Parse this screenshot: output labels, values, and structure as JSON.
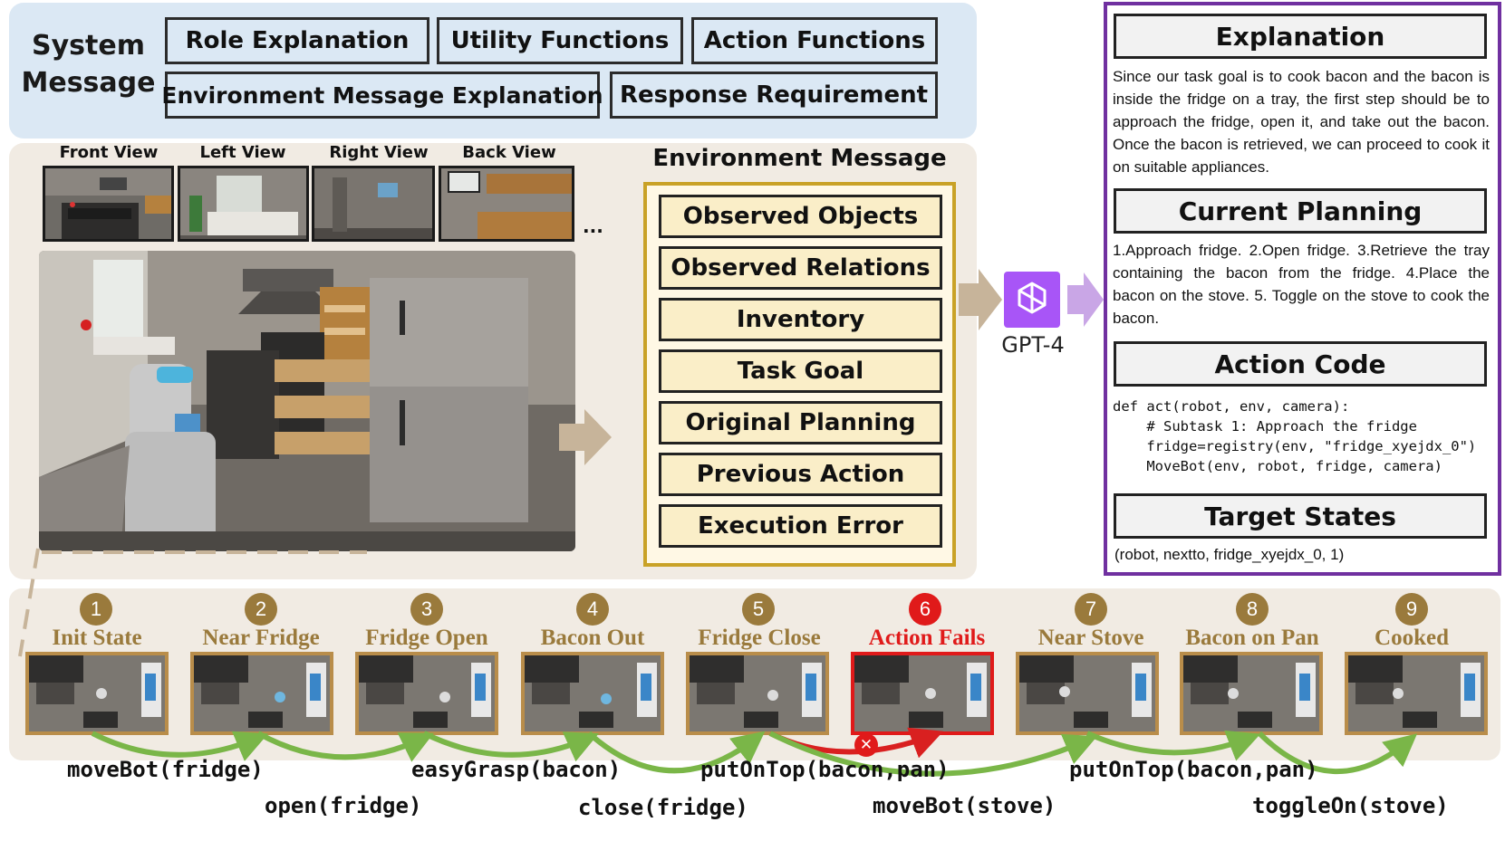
{
  "system_message": {
    "title": "System\nMessage",
    "items": [
      "Role Explanation",
      "Utility Functions",
      "Action Functions",
      "Environment Message Explanation",
      "Response Requirement"
    ]
  },
  "views": {
    "labels": [
      "Front View",
      "Left View",
      "Right View",
      "Back View"
    ],
    "ellipsis": "..."
  },
  "environment_message": {
    "title": "Environment Message",
    "items": [
      "Observed Objects",
      "Observed Relations",
      "Inventory",
      "Task Goal",
      "Original Planning",
      "Previous Action",
      "Execution Error"
    ]
  },
  "model": {
    "label": "GPT-4"
  },
  "response": {
    "explanation_title": "Explanation",
    "explanation_text": "Since our task goal is to cook bacon and the bacon is inside the fridge on a tray, the first step should be to approach the fridge, open it, and take out the bacon. Once the bacon is retrieved, we can proceed to cook it on suitable appliances.",
    "planning_title": "Current Planning",
    "planning_text": "1.Approach fridge. 2.Open fridge. 3.Retrieve the tray containing the bacon from the fridge. 4.Place the bacon on the stove. 5. Toggle on the stove to cook the bacon.",
    "code_title": "Action Code",
    "code_text": "def act(robot, env, camera):\n    # Subtask 1: Approach the fridge\n    fridge=registry(env, \"fridge_xyejdx_0\")\n    MoveBot(env, robot, fridge, camera)",
    "states_title": "Target States",
    "states_text": "(robot, nextto, fridge_xyejdx_0, 1)"
  },
  "sequence": {
    "steps": [
      {
        "num": "1",
        "label": "Init State"
      },
      {
        "num": "2",
        "label": "Near Fridge"
      },
      {
        "num": "3",
        "label": "Fridge Open"
      },
      {
        "num": "4",
        "label": "Bacon Out"
      },
      {
        "num": "5",
        "label": "Fridge Close"
      },
      {
        "num": "6",
        "label": "Action Fails"
      },
      {
        "num": "7",
        "label": "Near Stove"
      },
      {
        "num": "8",
        "label": "Bacon on Pan"
      },
      {
        "num": "9",
        "label": "Cooked"
      }
    ],
    "actions": [
      "moveBot(fridge)",
      "open(fridge)",
      "easyGrasp(bacon)",
      "close(fridge)",
      "putOnTop(bacon,pan)",
      "moveBot(stove)",
      "putOnTop(bacon,pan)",
      "toggleOn(stove)"
    ],
    "fail_mark": "✕"
  },
  "colors": {
    "step_brown": "#9a7a3c",
    "fail_red": "#e01a1a",
    "arrow_green": "#7ab648",
    "gpt_purple": "#a855f7",
    "panel_purple": "#7030a0"
  }
}
